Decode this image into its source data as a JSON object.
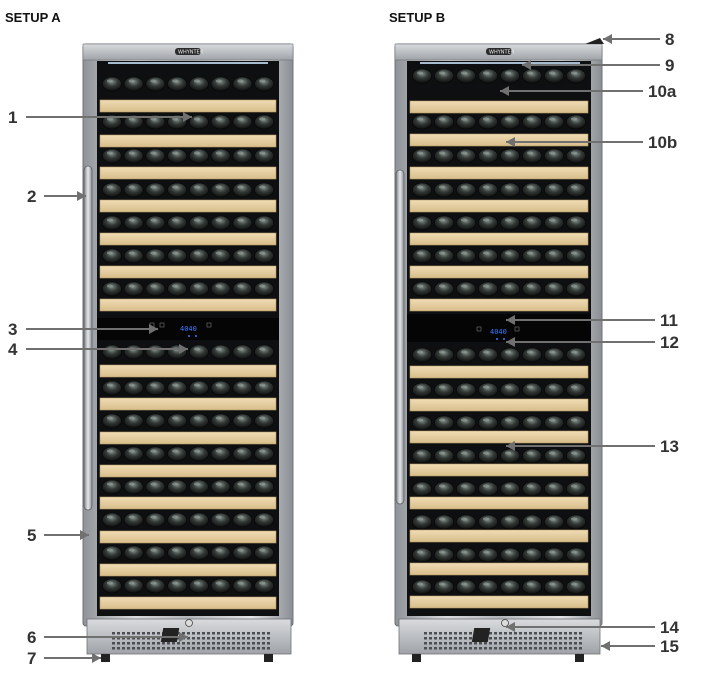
{
  "setups": [
    {
      "title": "SETUP A",
      "display": "4040",
      "dual_zone": true
    },
    {
      "title": "SETUP B",
      "display": "4040",
      "dual_zone": false
    }
  ],
  "brand": "WHYNTER",
  "callouts": [
    {
      "num": "1",
      "setup": "A"
    },
    {
      "num": "2",
      "setup": "A"
    },
    {
      "num": "3",
      "setup": "A"
    },
    {
      "num": "4",
      "setup": "A"
    },
    {
      "num": "5",
      "setup": "A"
    },
    {
      "num": "6",
      "setup": "A"
    },
    {
      "num": "7",
      "setup": "A"
    },
    {
      "num": "8",
      "setup": "B"
    },
    {
      "num": "9",
      "setup": "B"
    },
    {
      "num": "10a",
      "setup": "B"
    },
    {
      "num": "10b",
      "setup": "B"
    },
    {
      "num": "11",
      "setup": "B"
    },
    {
      "num": "12",
      "setup": "B"
    },
    {
      "num": "13",
      "setup": "B"
    },
    {
      "num": "14",
      "setup": "B"
    },
    {
      "num": "15",
      "setup": "B"
    }
  ],
  "colors": {
    "steel": "#b9bcc0",
    "steel_dark": "#8c9095",
    "interior": "#0e0f10",
    "shelf_wood": "#e6cfa3",
    "bottle": "#2a2e2c",
    "bottle_highlight": "#9aa39e",
    "display_blue": "#3a7bff",
    "arrow": "#707070"
  }
}
